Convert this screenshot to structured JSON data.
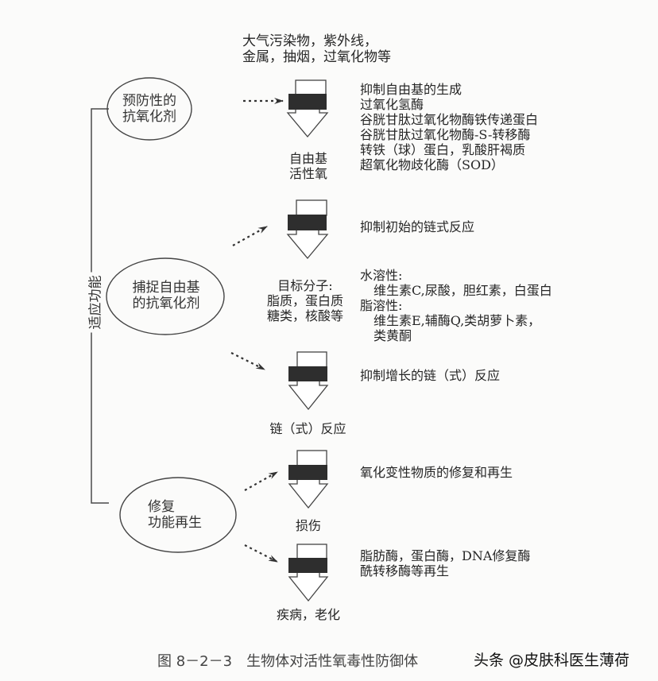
{
  "diagram": {
    "bracket_label": "适应功能",
    "ellipses": [
      {
        "id": "preventive",
        "label": "预防性的\n抗氧化剂"
      },
      {
        "id": "scavenging",
        "label": "捕捉自由基\n的抗氧化剂"
      },
      {
        "id": "repair",
        "label": "修复\n功能再生"
      }
    ],
    "sources": "大气污染物，紫外线，\n金属，抽烟，过氧化物等",
    "stages": [
      {
        "id": "stage1",
        "description_title": "抑制自由基的生成",
        "description_items": [
          "过氧化氢酶",
          "谷胱甘肽过氧化物酶铁传递蛋白",
          "谷胱甘肽过氧化物酶-S-转移酶",
          "转铁（球）蛋白，乳酸肝褐质",
          "超氧化物歧化酶（SOD）"
        ],
        "result": "自由基\n活性氧"
      },
      {
        "id": "stage2",
        "description_title": "抑制初始的链式反应",
        "result": "目标分子:\n脂质，蛋白质\n糖类，核酸等",
        "water_soluble_label": "水溶性:",
        "water_soluble_items": "维生素C,尿酸，胆红素，白蛋白",
        "fat_soluble_label": "脂溶性:",
        "fat_soluble_items": "维生素E,辅酶Q,类胡萝卜素，\n类黄酮"
      },
      {
        "id": "stage3",
        "description_title": "抑制增长的链（式）反应",
        "result": "链（式）反应"
      },
      {
        "id": "stage4",
        "description_title": "氧化变性物质的修复和再生",
        "result": "损伤"
      },
      {
        "id": "stage5",
        "description_title": "脂肪酶，蛋白酶，DNA修复酶\n酰转移酶等再生",
        "result": "疾病，老化"
      }
    ],
    "caption": "图 8－2－3　生物体对活性氧毒性防御体",
    "watermark": "头条 @皮肤科医生薄荷",
    "colors": {
      "background": "#fbfbfa",
      "line": "#4a4a4a",
      "block_bar": "#2e2e2e"
    }
  }
}
